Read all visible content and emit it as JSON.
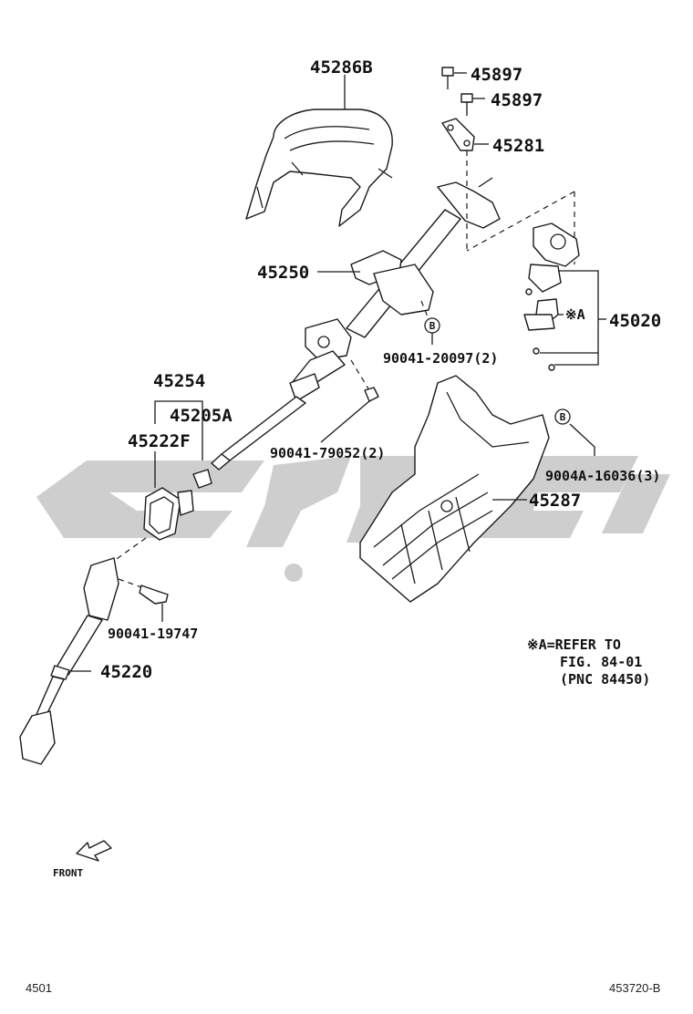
{
  "labels": {
    "p45286B": "45286B",
    "p45897a": "45897",
    "p45897b": "45897",
    "p45281": "45281",
    "p45250": "45250",
    "p45020": "45020",
    "refA": "※A",
    "calloutB1": "B",
    "p90041_20097": "90041-20097(2)",
    "p45254": "45254",
    "p45205A": "45205A",
    "p45222F": "45222F",
    "p90041_79052": "90041-79052(2)",
    "calloutB2": "B",
    "p9004A_16036": "9004A-16036(3)",
    "p45287": "45287",
    "p90041_19747": "90041-19747",
    "p45220": "45220"
  },
  "note": {
    "line1": "※A=REFER TO",
    "line2": "FIG. 84-01",
    "line3": "(PNC 84450)"
  },
  "front_label": "FRONT",
  "footer": {
    "left": "4501",
    "right": "453720-B"
  },
  "colors": {
    "line": "#1a1a1a",
    "watermark": "#c9c9c9",
    "background": "#ffffff"
  },
  "icons": {
    "front_arrow": "front-arrow-icon",
    "watermark": "watermark-logo"
  }
}
